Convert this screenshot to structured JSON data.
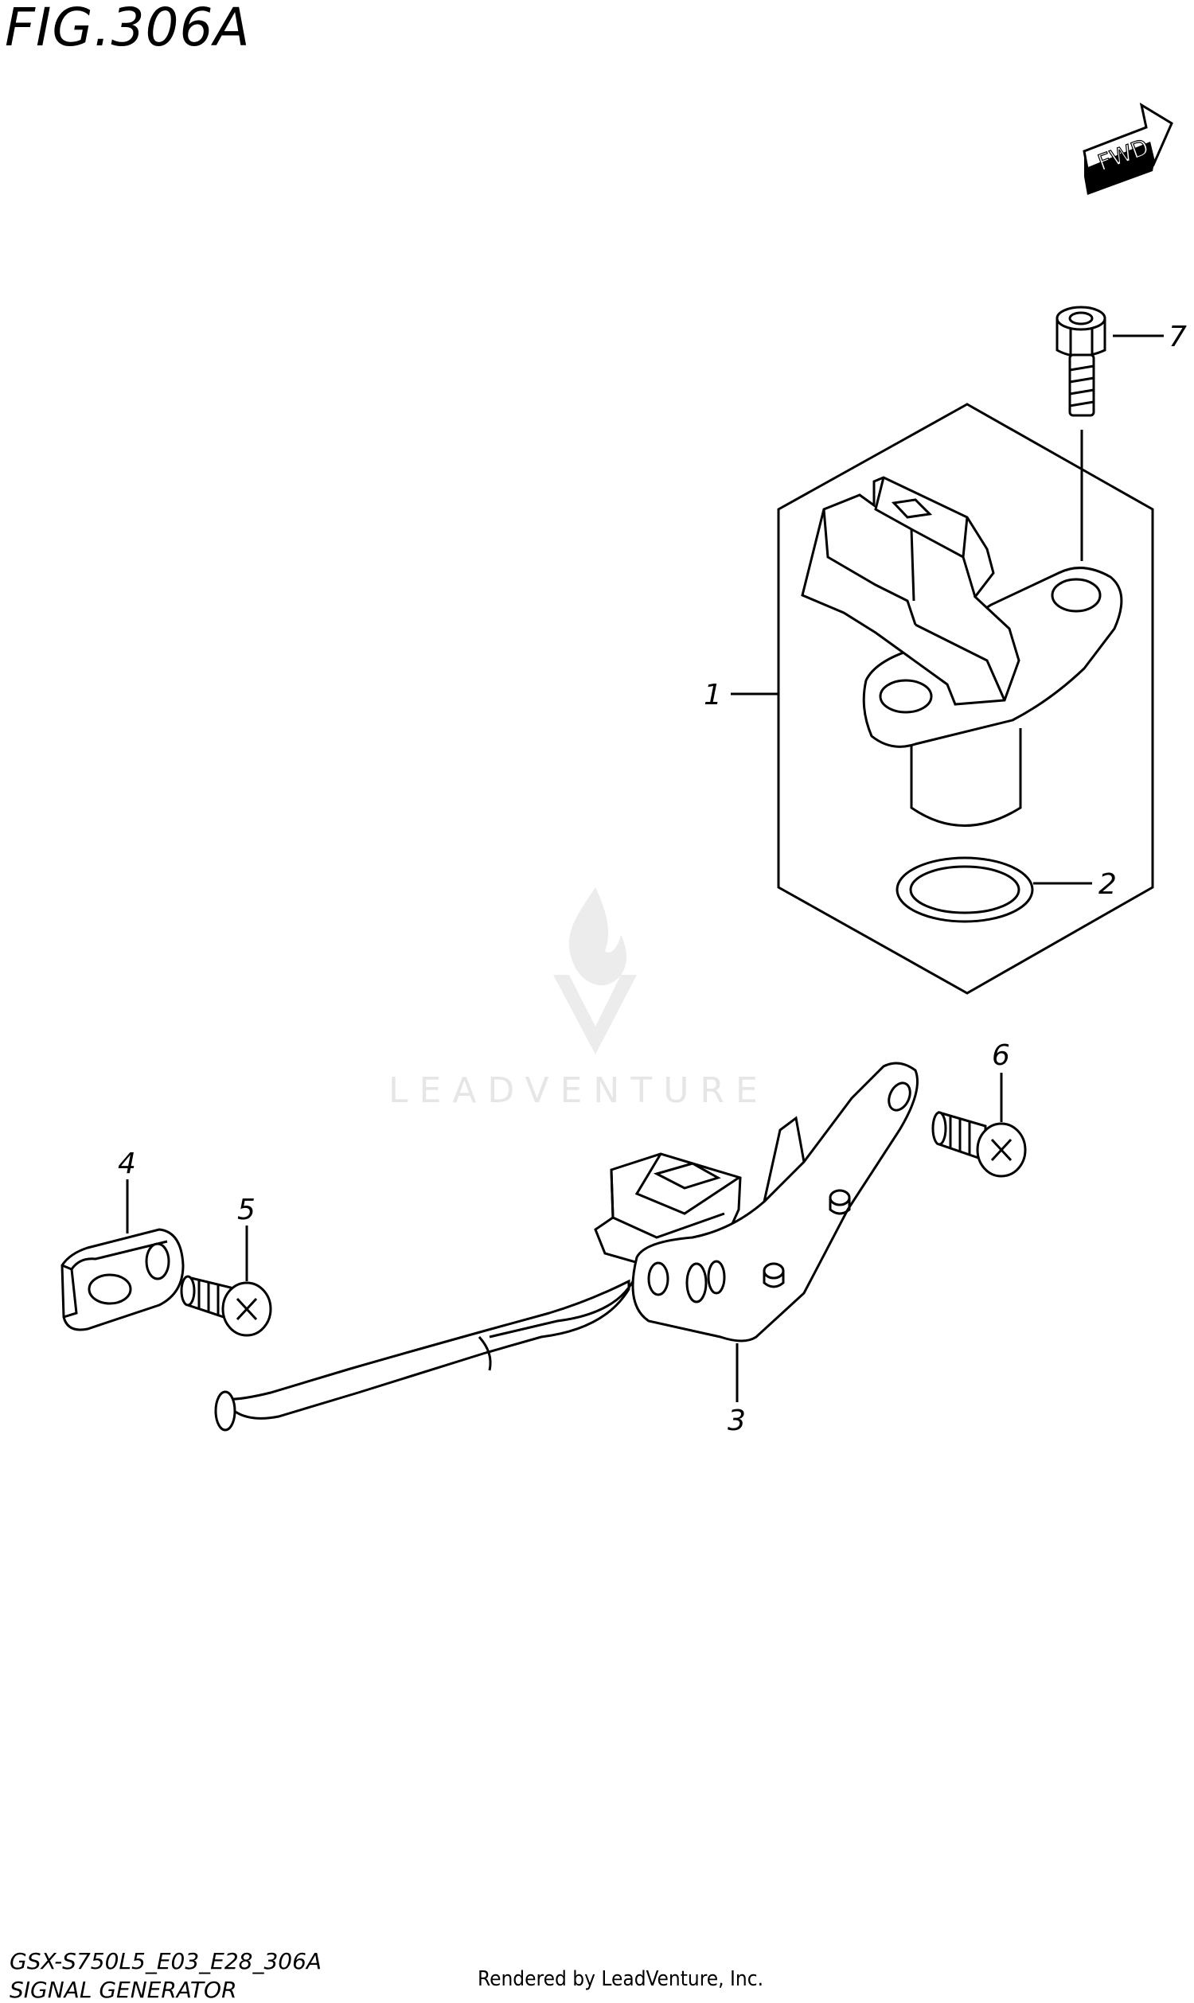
{
  "figure": {
    "title": "FIG.306A",
    "model_code": "GSX-S750L5_E03_E28_306A",
    "section_name": "SIGNAL GENERATOR",
    "rendered_by": "Rendered by LeadVenture, Inc."
  },
  "watermark": {
    "text": "LEADVENTURE"
  },
  "fwd_arrow": {
    "label": "FWD"
  },
  "callouts": [
    {
      "id": "1",
      "label": "1"
    },
    {
      "id": "2",
      "label": "2"
    },
    {
      "id": "3",
      "label": "3"
    },
    {
      "id": "4",
      "label": "4"
    },
    {
      "id": "5",
      "label": "5"
    },
    {
      "id": "6",
      "label": "6"
    },
    {
      "id": "7",
      "label": "7"
    }
  ]
}
